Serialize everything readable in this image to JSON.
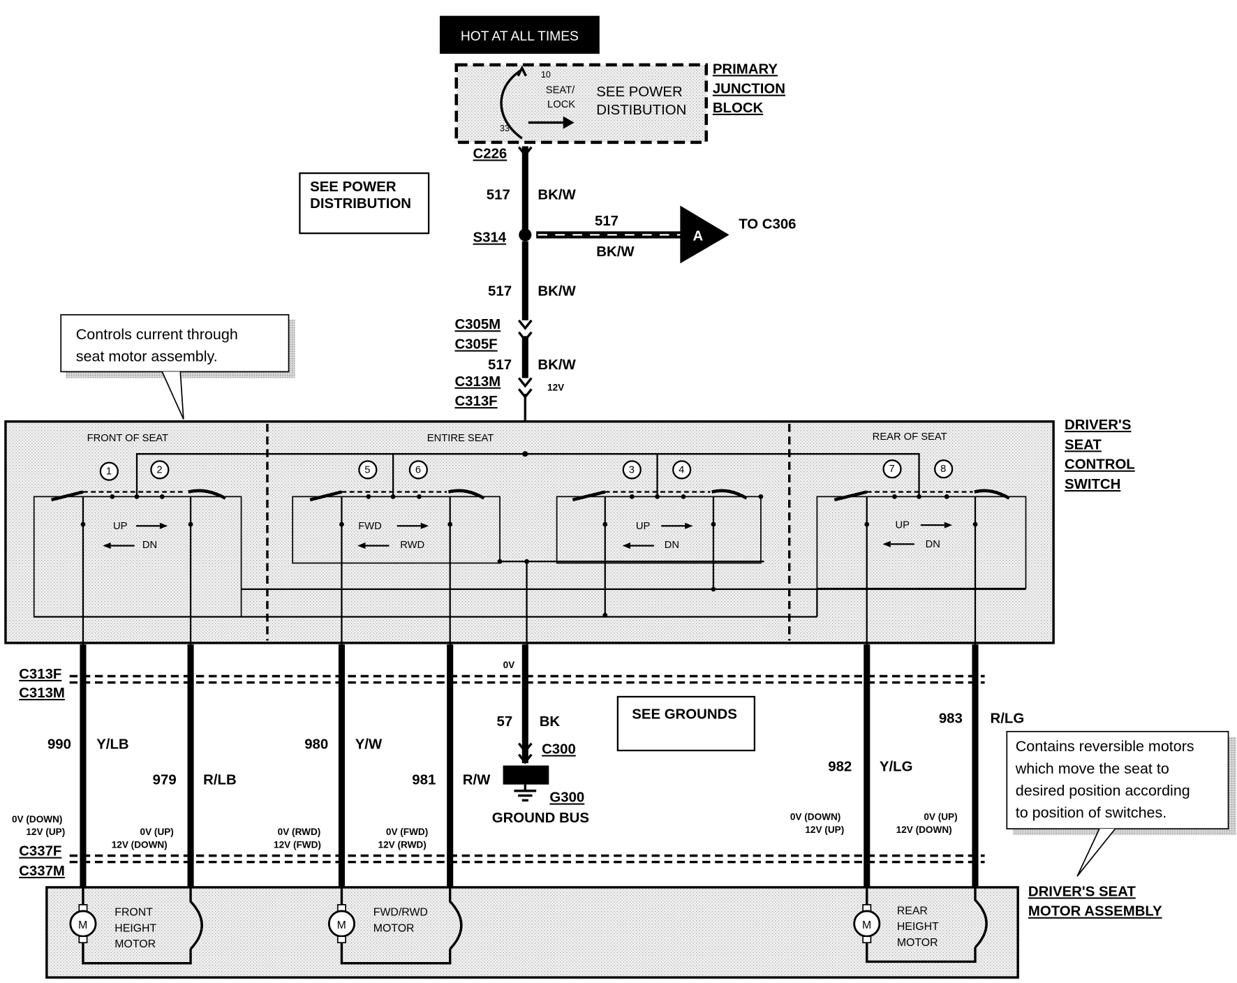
{
  "header": {
    "hot_label": "HOT AT ALL TIMES"
  },
  "junction": {
    "fuse_number": "10",
    "fuse_bottom": "33",
    "fuse_name_1": "SEAT/",
    "fuse_name_2": "LOCK",
    "see_1": "SEE POWER",
    "see_2": "DISTIBUTION",
    "title_1": "PRIMARY",
    "title_2": "JUNCTION",
    "title_3": "BLOCK"
  },
  "feed": {
    "c226": "C226",
    "w1_num": "517",
    "w1_color": "BK/W",
    "see_pd_1": "SEE POWER",
    "see_pd_2": "DISTRIBUTION",
    "s314": "S314",
    "branch_num": "517",
    "branch_color": "BK/W",
    "arrow_letter": "A",
    "to_label": "TO C306",
    "w2_num": "517",
    "w2_color": "BK/W",
    "c305m": "C305M",
    "c305f": "C305F",
    "w3_num": "517",
    "w3_color": "BK/W",
    "voltage": "12V",
    "c313m": "C313M",
    "c313f": "C313F"
  },
  "callouts": {
    "switch_note_1": "Controls current through",
    "switch_note_2": "seat motor assembly.",
    "motor_note_1": "Contains reversible motors",
    "motor_note_2": "which move the seat to",
    "motor_note_3": "desired position according",
    "motor_note_4": "to position of switches."
  },
  "switch_block": {
    "title_1": "DRIVER'S",
    "title_2": "SEAT",
    "title_3": "CONTROL",
    "title_4": "SWITCH",
    "section_front": "FRONT OF SEAT",
    "section_entire": "ENTIRE SEAT",
    "section_rear": "REAR OF SEAT",
    "pins": [
      "1",
      "2",
      "5",
      "6",
      "3",
      "4",
      "7",
      "8"
    ],
    "sw1_up": "UP",
    "sw1_dn": "DN",
    "sw2_up": "FWD",
    "sw2_dn": "RWD",
    "sw3_up": "UP",
    "sw3_dn": "DN",
    "sw4_up": "UP",
    "sw4_dn": "DN"
  },
  "connectors": {
    "left_f": "C313F",
    "left_m": "C313M",
    "bottom_f": "C337F",
    "bottom_m": "C337M"
  },
  "wires": [
    {
      "num": "990",
      "color": "Y/LB",
      "v1": "0V (DOWN)",
      "v2": "12V (UP)"
    },
    {
      "num": "979",
      "color": "R/LB",
      "v1": "0V (UP)",
      "v2": "12V (DOWN)"
    },
    {
      "num": "980",
      "color": "Y/W",
      "v1": "0V (RWD)",
      "v2": "12V (FWD)"
    },
    {
      "num": "981",
      "color": "R/W",
      "v1": "0V (FWD)",
      "v2": "12V (RWD)"
    },
    {
      "num": "982",
      "color": "Y/LG",
      "v1": "0V (DOWN)",
      "v2": "12V (UP)"
    },
    {
      "num": "983",
      "color": "R/LG",
      "v1": "0V (UP)",
      "v2": "12V (DOWN)"
    }
  ],
  "ground": {
    "zero_v": "0V",
    "num": "57",
    "color": "BK",
    "c300": "C300",
    "g300": "G300",
    "bus": "GROUND BUS",
    "see": "SEE GROUNDS"
  },
  "motor_block": {
    "title_1": "DRIVER'S SEAT",
    "title_2": "MOTOR ASSEMBLY",
    "m_symbol": "M",
    "front_1": "FRONT",
    "front_2": "HEIGHT",
    "front_3": "MOTOR",
    "mid_1": "FWD/RWD",
    "mid_2": "MOTOR",
    "rear_1": "REAR",
    "rear_2": "HEIGHT",
    "rear_3": "MOTOR"
  }
}
